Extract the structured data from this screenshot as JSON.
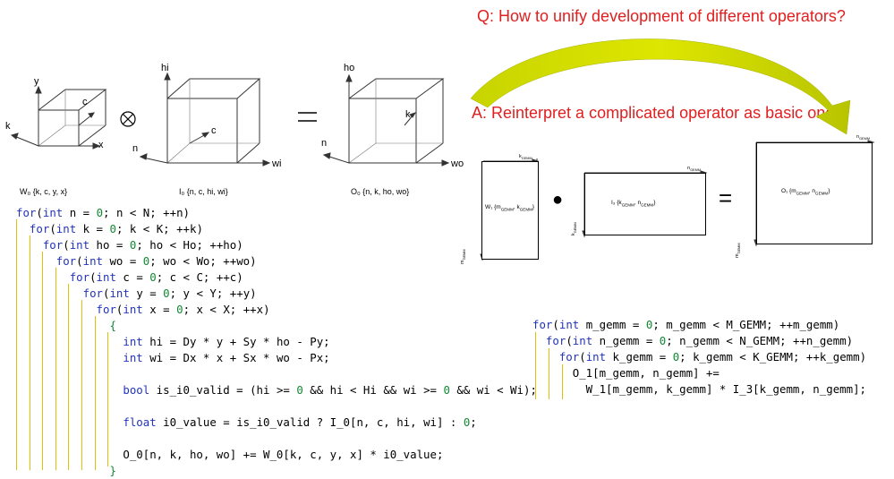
{
  "question": "Q: How to unify development of different operators?",
  "answer": "A: Reinterpret a complicated operator as basic one!",
  "tensors": {
    "weight": {
      "caption": "W₀ {k, c, y, x}",
      "axes": {
        "y": "y",
        "x": "x",
        "k": "k",
        "c": "c"
      }
    },
    "input": {
      "caption": "I₀ {n, c, hi, wi}",
      "axes": {
        "hi": "hi",
        "wi": "wi",
        "n": "n",
        "c": "c"
      }
    },
    "output": {
      "caption": "O₀ {n, k, ho, wo}",
      "axes": {
        "ho": "ho",
        "wo": "wo",
        "n": "n",
        "k": "k"
      }
    },
    "ops": {
      "tensor_product": "⊗",
      "equals": "="
    }
  },
  "gemm": {
    "w1": {
      "label": "W₁ {m_GEMM, k_GEMM}",
      "top": "k_GEMM",
      "side": "m_GEMM"
    },
    "i3": {
      "label": "I₃ {k_GEMM, n_GEMM}",
      "top": "n_GEMM",
      "side": "k_GEMM"
    },
    "o1": {
      "label": "O₁ {m_GEMM, n_GEMM}",
      "top": "n_GEMM",
      "side": "m_GEMM"
    },
    "dot": "●",
    "equals": "="
  },
  "conv_code": [
    "for(int n = 0; n < N; ++n)",
    "  for(int k = 0; k < K; ++k)",
    "    for(int ho = 0; ho < Ho; ++ho)",
    "      for(int wo = 0; wo < Wo; ++wo)",
    "        for(int c = 0; c < C; ++c)",
    "          for(int y = 0; y < Y; ++y)",
    "            for(int x = 0; x < X; ++x)",
    "              {",
    "                int hi = Dy * y + Sy * ho - Py;",
    "                int wi = Dx * x + Sx * wo - Px;",
    "",
    "                bool is_i0_valid = (hi >= 0 && hi < Hi && wi >= 0 && wi < Wi);",
    "",
    "                float i0_value = is_i0_valid ? I_0[n, c, hi, wi] : 0;",
    "",
    "                O_0[n, k, ho, wo] += W_0[k, c, y, x] * i0_value;",
    "              }"
  ],
  "gemm_code": [
    "for(int m_gemm = 0; m_gemm < M_GEMM; ++m_gemm)",
    "  for(int n_gemm = 0; n_gemm < N_GEMM; ++n_gemm)",
    "    for(int k_gemm = 0; k_gemm < K_GEMM; ++k_gemm)",
    "      O_1[m_gemm, n_gemm] +=",
    "        W_1[m_gemm, k_gemm] * I_3[k_gemm, n_gemm];"
  ],
  "colors": {
    "question": "#e02020",
    "answer": "#e02020",
    "arrow": "#c8d400",
    "keyword": "#2233bb",
    "number": "#118833",
    "guide": "#e0c000"
  }
}
